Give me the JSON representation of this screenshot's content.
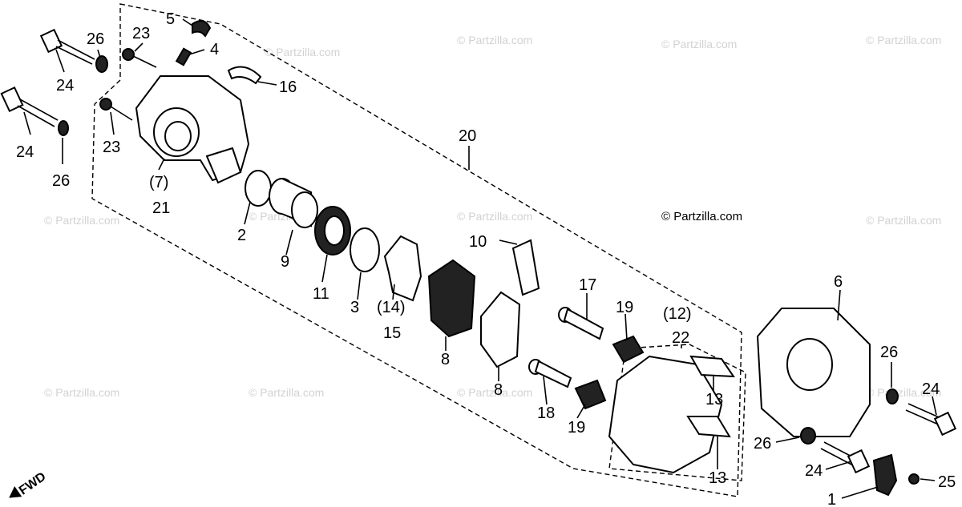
{
  "copyright": "© Partzilla.com",
  "watermark": "© Partzilla.com",
  "fwd_label": "FWD",
  "callouts": {
    "c1": "1",
    "c2": "2",
    "c3": "3",
    "c4": "4",
    "c5": "5",
    "c6": "6",
    "c7": "(7)",
    "c8a": "8",
    "c8b": "8",
    "c9": "9",
    "c10": "10",
    "c11": "11",
    "c12": "(12)",
    "c13a": "13",
    "c13b": "13",
    "c14": "(14)",
    "c15": "15",
    "c16": "16",
    "c17": "17",
    "c18": "18",
    "c19a": "19",
    "c19b": "19",
    "c20": "20",
    "c21": "21",
    "c22": "22",
    "c23a": "23",
    "c23b": "23",
    "c24a": "24",
    "c24b": "24",
    "c24c": "24",
    "c24d": "24",
    "c25": "25",
    "c26a": "26",
    "c26b": "26",
    "c26c": "26",
    "c26d": "26"
  }
}
